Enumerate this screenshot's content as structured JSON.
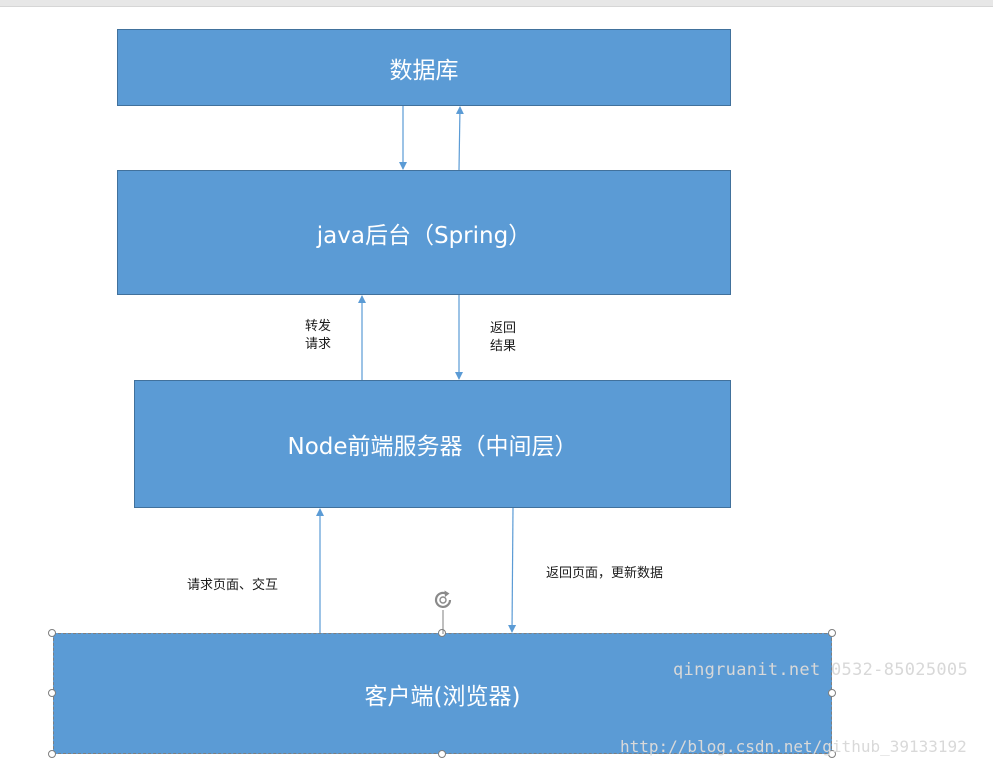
{
  "nodes": {
    "database": "数据库",
    "java_backend": "java后台（Spring）",
    "node_server": "Node前端服务器（中间层）",
    "client": "客户端(浏览器)"
  },
  "edge_labels": {
    "forward_request": [
      "转发",
      "请求"
    ],
    "return_result": [
      "返回",
      "结果"
    ],
    "request_page": "请求页面、交互",
    "return_page": "返回页面，更新数据"
  },
  "watermarks": {
    "qingruan": "qingruanit.net 0532-85025005",
    "csdn": "http://blog.csdn.net/github_39133192"
  },
  "colors": {
    "box_fill": "#5b9bd5",
    "box_border": "#41719c",
    "arrow": "#5b9bd5"
  }
}
